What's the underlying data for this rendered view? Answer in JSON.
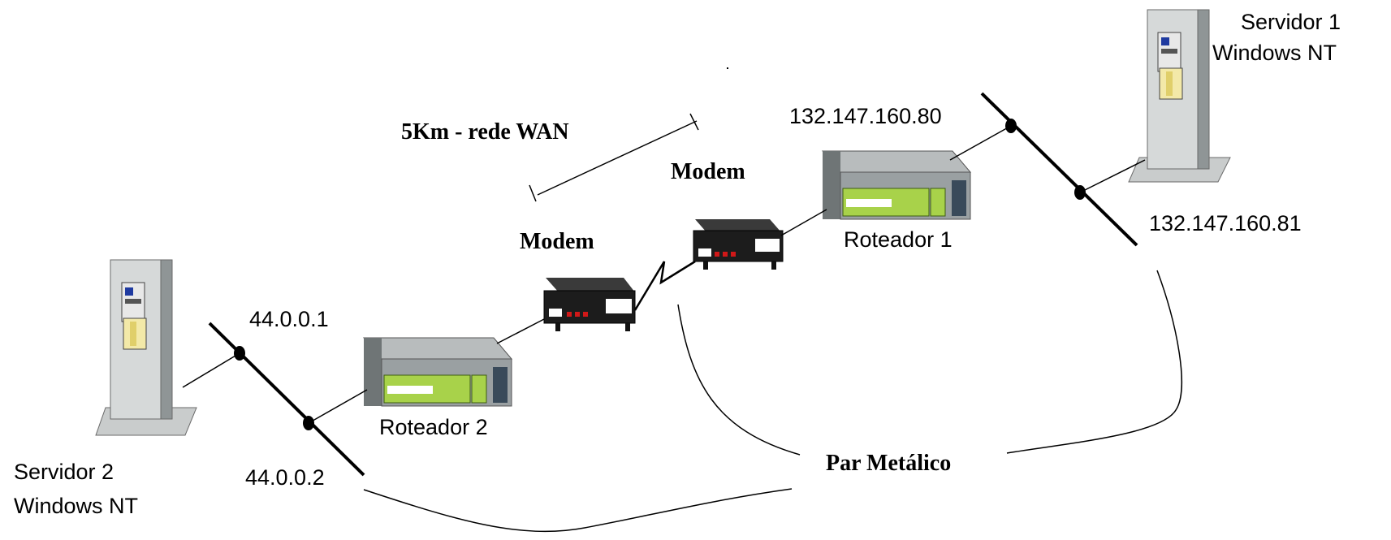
{
  "servers": {
    "server1": {
      "name": "Servidor 1",
      "os": "Windows NT",
      "ip": "132.147.160.81"
    },
    "server2": {
      "name": "Servidor 2",
      "os": "Windows NT",
      "ip": "44.0.0.2"
    }
  },
  "routers": {
    "router1": {
      "name": "Roteador 1",
      "ip": "132.147.160.80"
    },
    "router2": {
      "name": "Roteador 2",
      "ip": "44.0.0.1"
    }
  },
  "modems": {
    "modem_left": {
      "label": "Modem"
    },
    "modem_right": {
      "label": "Modem"
    }
  },
  "wan_label": "5Km - rede WAN",
  "cable_label": "Par Metálico",
  "colors": {
    "line": "#000000",
    "device_gray": "#9aa0a2",
    "panel_green": "#a8d24a",
    "modem_black": "#1c1c1c"
  }
}
